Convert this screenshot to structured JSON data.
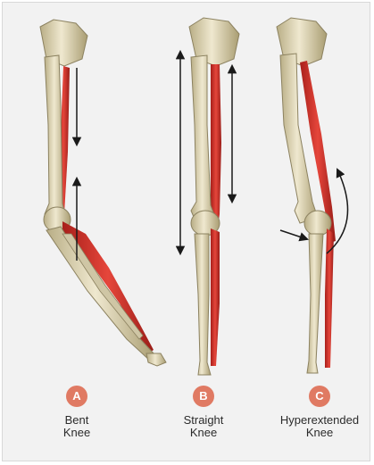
{
  "colors": {
    "badge_fill": "#e07a63",
    "muscle": "#d9342b",
    "bone": "#e8e0c4",
    "arrow": "#1a1a1a",
    "background": "#f2f2f2"
  },
  "legs": [
    {
      "letter": "A",
      "caption": "Bent\nKnee"
    },
    {
      "letter": "B",
      "caption": "Straight\nKnee"
    },
    {
      "letter": "C",
      "caption": "Hyperextended\nKnee"
    }
  ]
}
